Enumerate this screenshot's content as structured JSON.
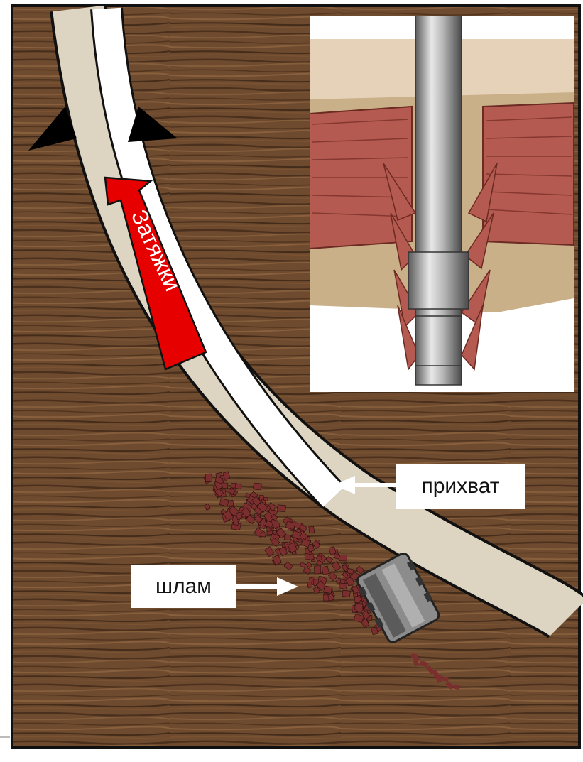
{
  "labels": {
    "arrow_text": "Затяжки",
    "stuck_label": "прихват",
    "cuttings_label": "шлам"
  },
  "colors": {
    "wood_base": "#6e4a2e",
    "wood_dark": "#3d2616",
    "wood_light": "#8a613f",
    "borehole": "#ddd5c2",
    "drill_pipe": "#ffffff",
    "arrow_red": "#e60000",
    "cuttings": "#7a2e2e",
    "inset_rock": "#b45a50",
    "steel": "#9a9a9a"
  },
  "icons": {
    "pull_arrow": "up-arrow-icon",
    "pointer": "left-arrow-icon",
    "bit": "drill-bit-icon"
  }
}
